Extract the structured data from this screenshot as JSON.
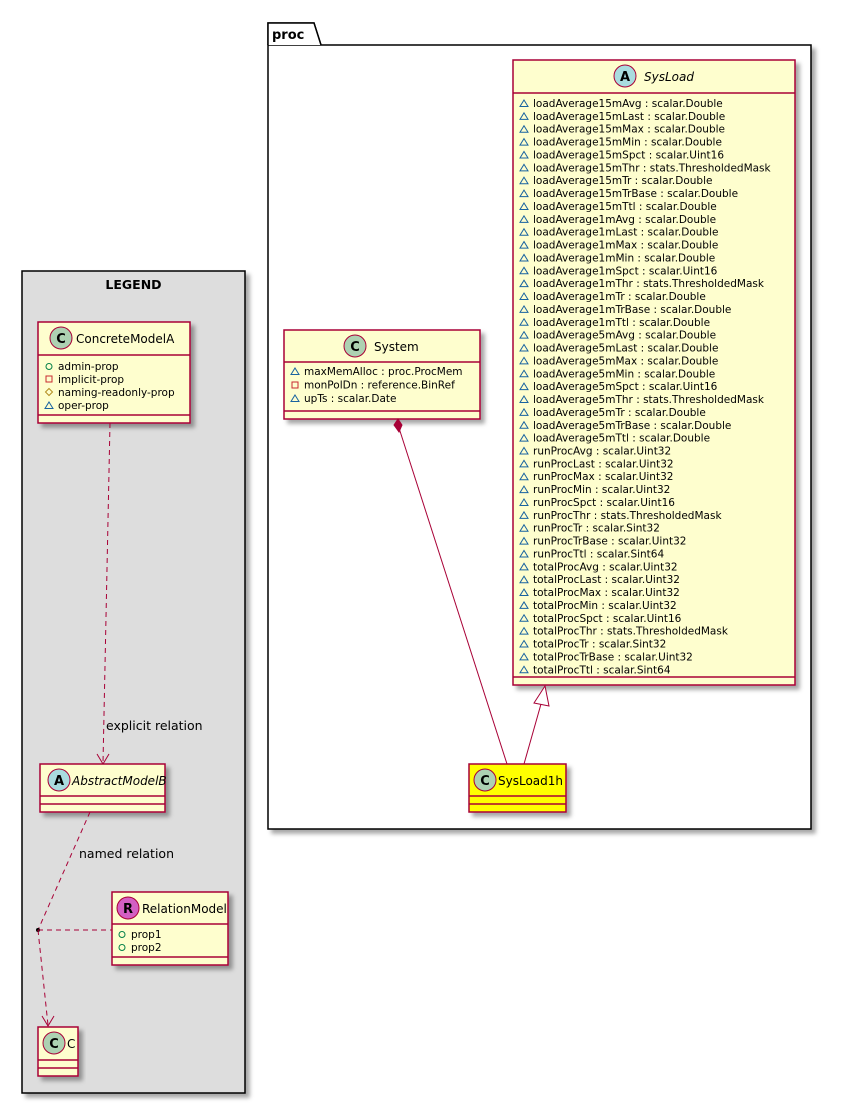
{
  "package": {
    "name": "proc"
  },
  "legend": {
    "title": "LEGEND",
    "concrete": {
      "name": "ConcreteModelA",
      "stereo_letter": "C",
      "members": [
        {
          "vis": "+",
          "text": "admin-prop"
        },
        {
          "vis": "-",
          "text": "implicit-prop"
        },
        {
          "vis": "#",
          "text": "naming-readonly-prop"
        },
        {
          "vis": "~",
          "text": "oper-prop"
        }
      ]
    },
    "abstract": {
      "name": "AbstractModelB",
      "stereo_letter": "A"
    },
    "relation_model": {
      "name": "RelationModel",
      "stereo_letter": "R",
      "members": [
        {
          "vis": "+",
          "text": "prop1"
        },
        {
          "vis": "+",
          "text": "prop2"
        }
      ]
    },
    "c": {
      "name": "C",
      "stereo_letter": "C"
    },
    "explicit_relation_label": "explicit relation",
    "named_relation_label": "named relation"
  },
  "system": {
    "name": "System",
    "stereo_letter": "C",
    "members": [
      "maxMemAlloc : proc.ProcMem",
      "monPolDn : reference.BinRef",
      "upTs : scalar.Date"
    ],
    "member_vis": [
      "~",
      "-",
      "~"
    ]
  },
  "sysload": {
    "name": "SysLoad",
    "stereo_letter": "A",
    "members": [
      "loadAverage15mAvg : scalar.Double",
      "loadAverage15mLast : scalar.Double",
      "loadAverage15mMax : scalar.Double",
      "loadAverage15mMin : scalar.Double",
      "loadAverage15mSpct : scalar.Uint16",
      "loadAverage15mThr : stats.ThresholdedMask",
      "loadAverage15mTr : scalar.Double",
      "loadAverage15mTrBase : scalar.Double",
      "loadAverage15mTtl : scalar.Double",
      "loadAverage1mAvg : scalar.Double",
      "loadAverage1mLast : scalar.Double",
      "loadAverage1mMax : scalar.Double",
      "loadAverage1mMin : scalar.Double",
      "loadAverage1mSpct : scalar.Uint16",
      "loadAverage1mThr : stats.ThresholdedMask",
      "loadAverage1mTr : scalar.Double",
      "loadAverage1mTrBase : scalar.Double",
      "loadAverage1mTtl : scalar.Double",
      "loadAverage5mAvg : scalar.Double",
      "loadAverage5mLast : scalar.Double",
      "loadAverage5mMax : scalar.Double",
      "loadAverage5mMin : scalar.Double",
      "loadAverage5mSpct : scalar.Uint16",
      "loadAverage5mThr : stats.ThresholdedMask",
      "loadAverage5mTr : scalar.Double",
      "loadAverage5mTrBase : scalar.Double",
      "loadAverage5mTtl : scalar.Double",
      "runProcAvg : scalar.Uint32",
      "runProcLast : scalar.Uint32",
      "runProcMax : scalar.Uint32",
      "runProcMin : scalar.Uint32",
      "runProcSpct : scalar.Uint16",
      "runProcThr : stats.ThresholdedMask",
      "runProcTr : scalar.Sint32",
      "runProcTrBase : scalar.Uint32",
      "runProcTtl : scalar.Sint64",
      "totalProcAvg : scalar.Uint32",
      "totalProcLast : scalar.Uint32",
      "totalProcMax : scalar.Uint32",
      "totalProcMin : scalar.Uint32",
      "totalProcSpct : scalar.Uint16",
      "totalProcThr : stats.ThresholdedMask",
      "totalProcTr : scalar.Sint32",
      "totalProcTrBase : scalar.Uint32",
      "totalProcTtl : scalar.Sint64"
    ]
  },
  "sysload1h": {
    "name": "SysLoad1h",
    "stereo_letter": "C"
  },
  "colors": {
    "class_fill": "#FEFECE",
    "border": "#A80036",
    "highlight": "#FFFF00",
    "legend_bg": "#DDDDDD",
    "circle_class": "#ADD1B2",
    "circle_abstract": "#A9DCDF",
    "circle_relation": "#D35FC3"
  },
  "icons": {
    "vis_package_private": "triangle-icon",
    "vis_public": "circle-icon",
    "vis_private": "square-icon",
    "vis_protected": "diamond-icon"
  }
}
